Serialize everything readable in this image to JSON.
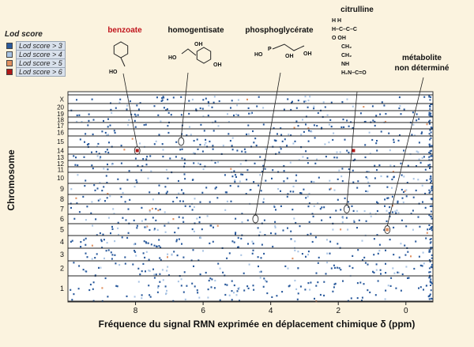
{
  "chart_data": {
    "type": "scatter",
    "title": "",
    "xlabel": "Fréquence du signal RMN exprimée en déplacement chimique δ (ppm)",
    "ylabel": "Chromosome",
    "xlim": [
      10,
      -0.8
    ],
    "x_ticks": [
      "8",
      "6",
      "4",
      "2",
      "0"
    ],
    "x_tick_values": [
      8,
      6,
      4,
      2,
      0
    ],
    "y_ticks": [
      "1",
      "2",
      "3",
      "4",
      "5",
      "6",
      "7",
      "8",
      "9",
      "10",
      "11",
      "12",
      "13",
      "14",
      "15",
      "16",
      "17",
      "18",
      "19",
      "20",
      "X"
    ],
    "legend": {
      "title": "Lod score",
      "entries": [
        {
          "label": "Lod score > 3",
          "color": "#2a5a9c"
        },
        {
          "label": "Lod score > 4",
          "color": "#a9c4e4"
        },
        {
          "label": "Lod score > 5",
          "color": "#e09060"
        },
        {
          "label": "Lod score > 6",
          "color": "#b01818"
        }
      ]
    },
    "annotations": [
      {
        "label": "benzoate",
        "x": 7.95,
        "chromosome": "14",
        "color": "#c0141c"
      },
      {
        "label": "homogentisate",
        "x": 6.65,
        "chromosome": "15",
        "color": "#111111"
      },
      {
        "label": "phosphoglycérate",
        "x": 4.45,
        "chromosome": "6",
        "color": "#111111"
      },
      {
        "label": "citrulline",
        "x": 1.75,
        "chromosome": "7",
        "color": "#111111"
      },
      {
        "label": "métabolite non déterminé",
        "x": 0.55,
        "chromosome": "5",
        "color": "#111111"
      }
    ],
    "highlight_points": [
      {
        "x": 7.95,
        "chromosome": "14",
        "lod": "> 6"
      },
      {
        "x": 1.55,
        "chromosome": "14",
        "lod": "> 6"
      },
      {
        "x": 0.55,
        "chromosome": "5",
        "lod": "> 5"
      }
    ]
  },
  "structures": {
    "benzoate": {
      "group": "HO"
    },
    "homogentisate": {
      "groups": [
        "OH",
        "HO",
        "OH"
      ]
    },
    "phosphoglycerate": {
      "groups": [
        "HO",
        "P",
        "OH",
        "OH"
      ]
    },
    "citrulline": {
      "lines": [
        "H   H",
        "H–C–C–C",
        "O   OH",
        "CH₂",
        "CH₂",
        "NH",
        "H₂N–C=O"
      ]
    }
  },
  "labels": {
    "benzoate": "benzoate",
    "homogentisate": "homogentisate",
    "phosphoglycerate": "phosphoglycérate",
    "citrulline": "citrulline",
    "unknown_line1": "métabolite",
    "unknown_line2": "non déterminé"
  }
}
